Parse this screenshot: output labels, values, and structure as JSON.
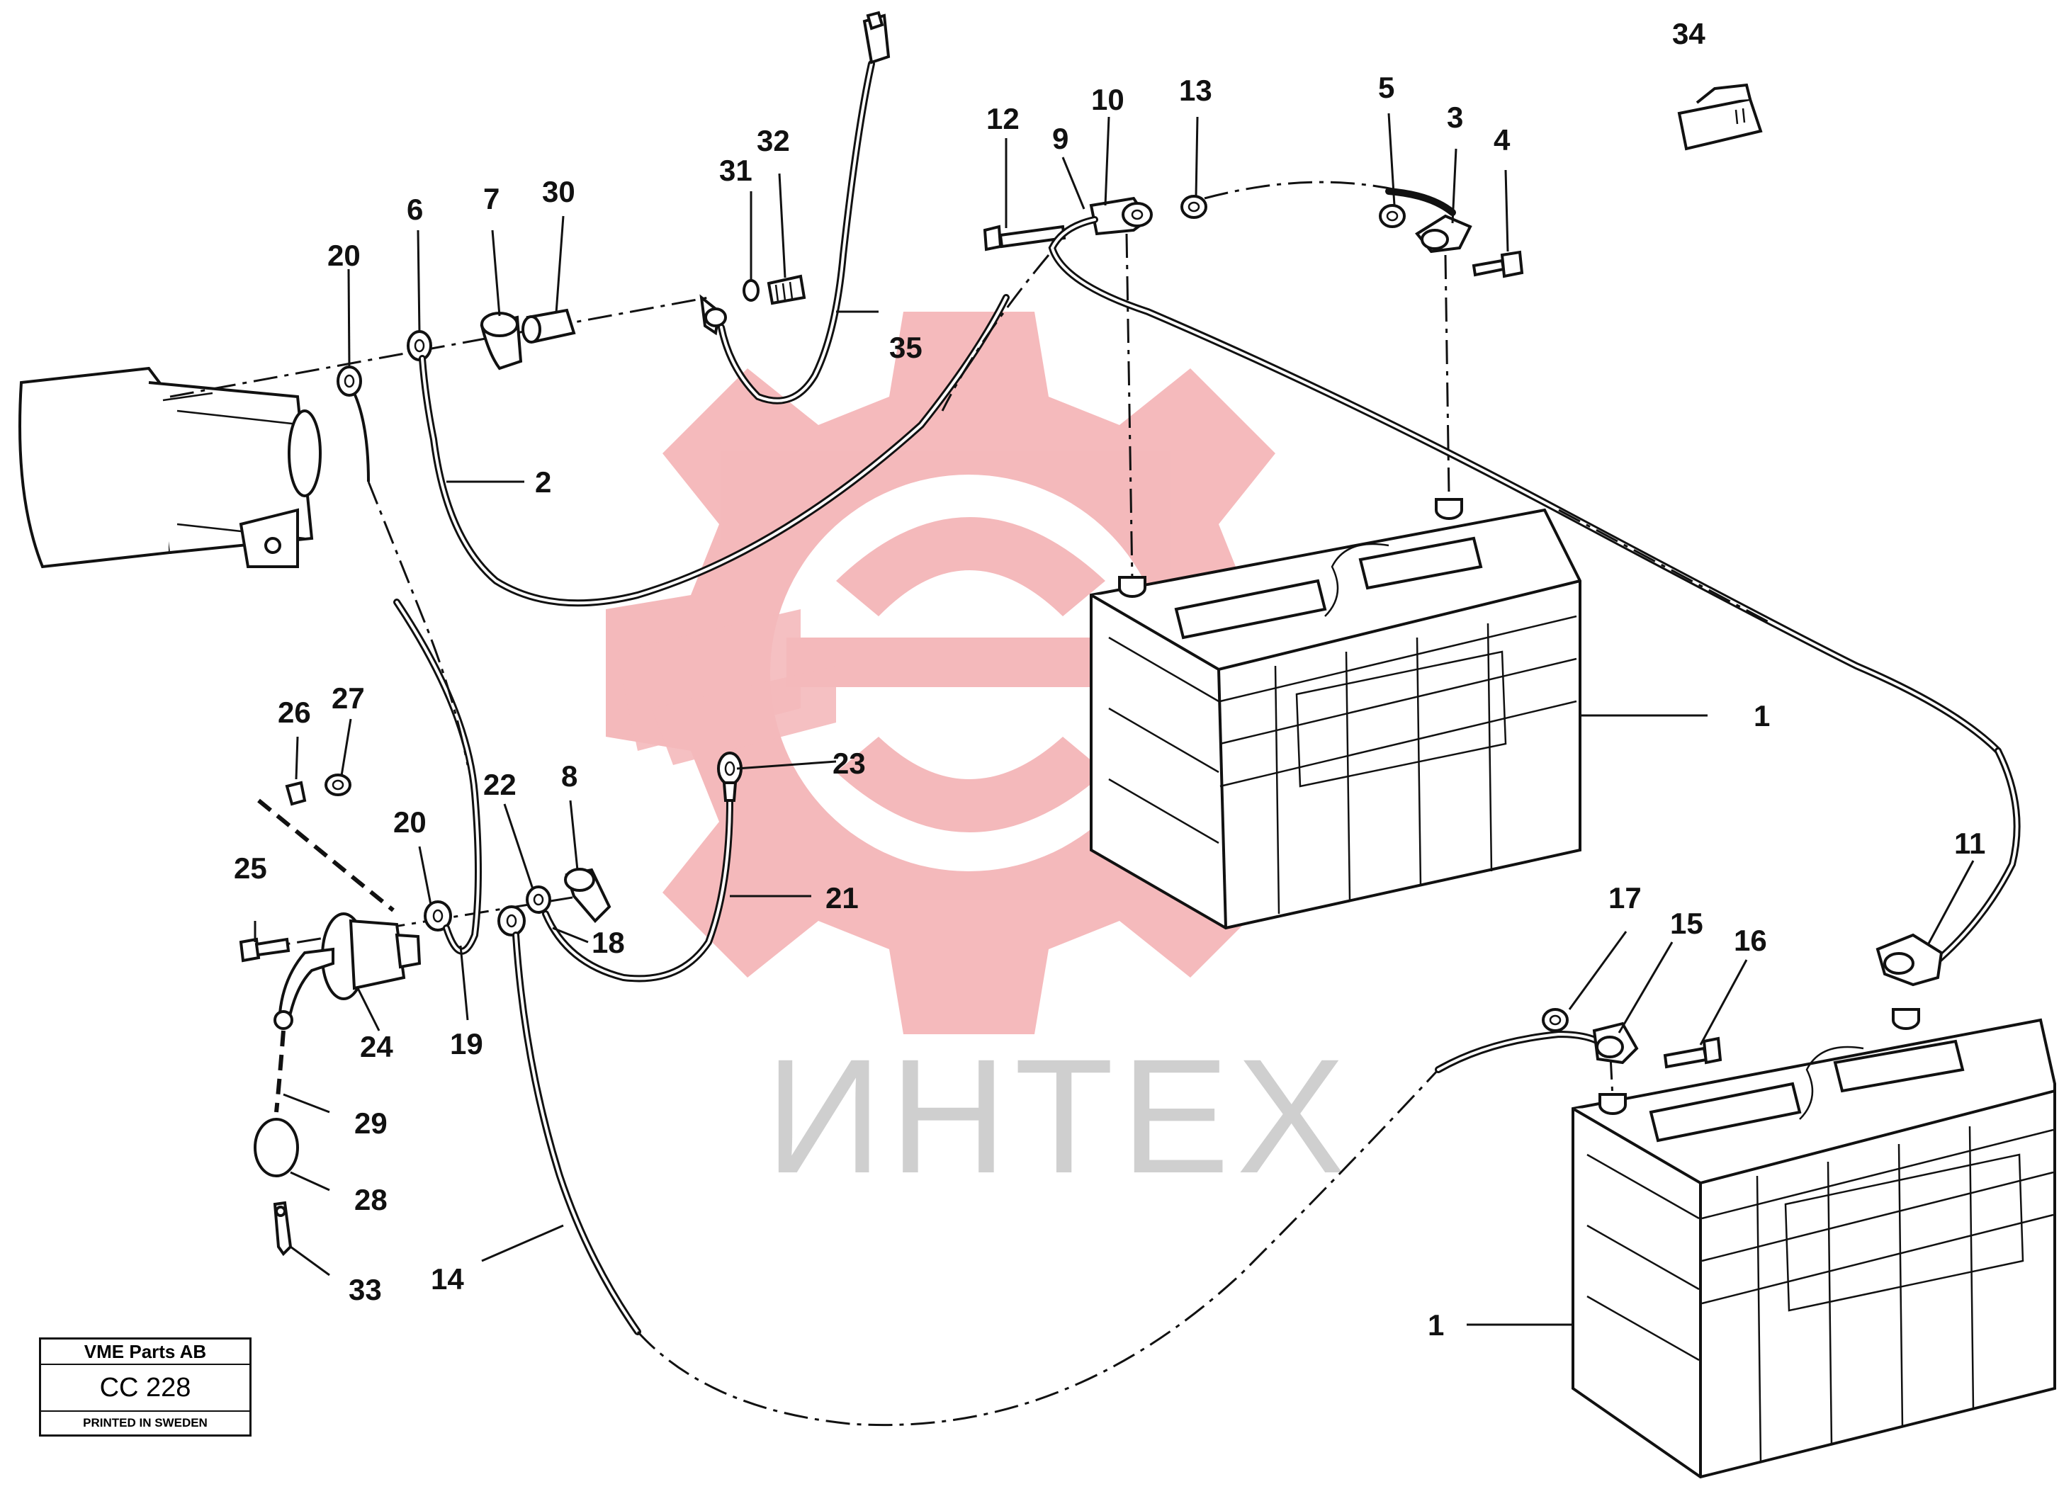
{
  "watermark": {
    "text": "ИНТЕХ",
    "gear_color": "#f4b6b8",
    "text_color": "#cfcfcf"
  },
  "callouts": [
    {
      "id": "c34",
      "label": "34"
    },
    {
      "id": "c12",
      "label": "12"
    },
    {
      "id": "c10",
      "label": "10"
    },
    {
      "id": "c13",
      "label": "13"
    },
    {
      "id": "c9",
      "label": "9"
    },
    {
      "id": "c5",
      "label": "5"
    },
    {
      "id": "c3",
      "label": "3"
    },
    {
      "id": "c4",
      "label": "4"
    },
    {
      "id": "c32",
      "label": "32"
    },
    {
      "id": "c31",
      "label": "31"
    },
    {
      "id": "c30",
      "label": "30"
    },
    {
      "id": "c7",
      "label": "7"
    },
    {
      "id": "c6",
      "label": "6"
    },
    {
      "id": "c20a",
      "label": "20"
    },
    {
      "id": "c35",
      "label": "35"
    },
    {
      "id": "c2",
      "label": "2"
    },
    {
      "id": "c26",
      "label": "26"
    },
    {
      "id": "c27",
      "label": "27"
    },
    {
      "id": "c22",
      "label": "22"
    },
    {
      "id": "c8",
      "label": "8"
    },
    {
      "id": "c23",
      "label": "23"
    },
    {
      "id": "c20b",
      "label": "20"
    },
    {
      "id": "c25",
      "label": "25"
    },
    {
      "id": "c21",
      "label": "21"
    },
    {
      "id": "c18",
      "label": "18"
    },
    {
      "id": "c24",
      "label": "24"
    },
    {
      "id": "c19",
      "label": "19"
    },
    {
      "id": "c29",
      "label": "29"
    },
    {
      "id": "c28",
      "label": "28"
    },
    {
      "id": "c33",
      "label": "33"
    },
    {
      "id": "c14",
      "label": "14"
    },
    {
      "id": "c1a",
      "label": "1"
    },
    {
      "id": "c11",
      "label": "11"
    },
    {
      "id": "c17",
      "label": "17"
    },
    {
      "id": "c15",
      "label": "15"
    },
    {
      "id": "c16",
      "label": "16"
    },
    {
      "id": "c1b",
      "label": "1"
    }
  ],
  "title_block": {
    "company": "VME Parts AB",
    "code": "CC 228",
    "footer": "PRINTED IN SWEDEN"
  }
}
